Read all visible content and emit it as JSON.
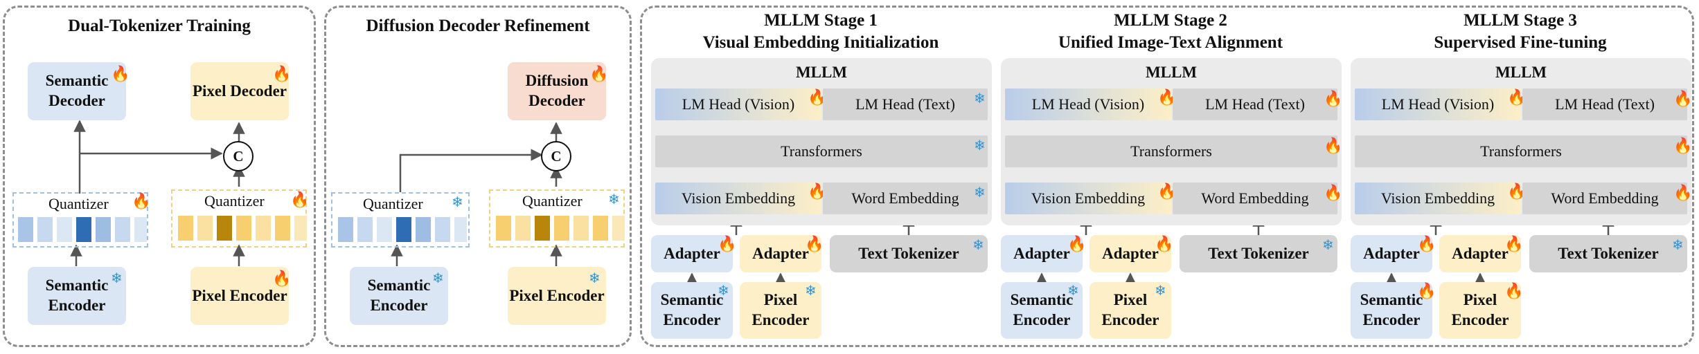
{
  "panel1": {
    "title": "Dual-Tokenizer Training",
    "semantic_decoder": "Semantic Decoder",
    "pixel_decoder": "Pixel Decoder",
    "quantizer_sem": "Quantizer",
    "quantizer_pix": "Quantizer",
    "semantic_encoder": "Semantic Encoder",
    "pixel_encoder": "Pixel Encoder",
    "concat": "C"
  },
  "panel2": {
    "title": "Diffusion Decoder Refinement",
    "diffusion_decoder": "Diffusion Decoder",
    "quantizer_sem": "Quantizer",
    "quantizer_pix": "Quantizer",
    "semantic_encoder": "Semantic Encoder",
    "pixel_encoder": "Pixel Encoder",
    "concat": "C"
  },
  "stages": [
    {
      "title1": "MLLM Stage 1",
      "title2": "Visual Embedding Initialization",
      "mllm": "MLLM",
      "lm_head_vision": "LM Head (Vision)",
      "lm_head_text": "LM Head (Text)",
      "transformers": "Transformers",
      "vision_embedding": "Vision Embedding",
      "word_embedding": "Word Embedding",
      "adapter1": "Adapter",
      "adapter2": "Adapter",
      "text_tokenizer": "Text Tokenizer",
      "semantic_encoder": "Semantic Encoder",
      "pixel_encoder": "Pixel Encoder"
    },
    {
      "title1": "MLLM Stage 2",
      "title2": "Unified Image-Text Alignment",
      "mllm": "MLLM",
      "lm_head_vision": "LM Head (Vision)",
      "lm_head_text": "LM Head (Text)",
      "transformers": "Transformers",
      "vision_embedding": "Vision Embedding",
      "word_embedding": "Word Embedding",
      "adapter1": "Adapter",
      "adapter2": "Adapter",
      "text_tokenizer": "Text Tokenizer",
      "semantic_encoder": "Semantic Encoder",
      "pixel_encoder": "Pixel Encoder"
    },
    {
      "title1": "MLLM Stage 3",
      "title2": "Supervised Fine-tuning",
      "mllm": "MLLM",
      "lm_head_vision": "LM Head (Vision)",
      "lm_head_text": "LM Head (Text)",
      "transformers": "Transformers",
      "vision_embedding": "Vision Embedding",
      "word_embedding": "Word Embedding",
      "adapter1": "Adapter",
      "adapter2": "Adapter",
      "text_tokenizer": "Text Tokenizer",
      "semantic_encoder": "Semantic Encoder",
      "pixel_encoder": "Pixel Encoder"
    }
  ],
  "icons": {
    "trainable": "fire-icon",
    "frozen": "snowflake-icon"
  },
  "colors": {
    "semantic_blue": "#dae6f3",
    "pixel_yellow": "#fdefc7",
    "diffusion_salmon": "#f8dccf",
    "frozen_gray": "#d4d4d4",
    "mllm_bg": "#ebebeb",
    "fire": "#e8662a",
    "snow": "#3a91c8"
  }
}
